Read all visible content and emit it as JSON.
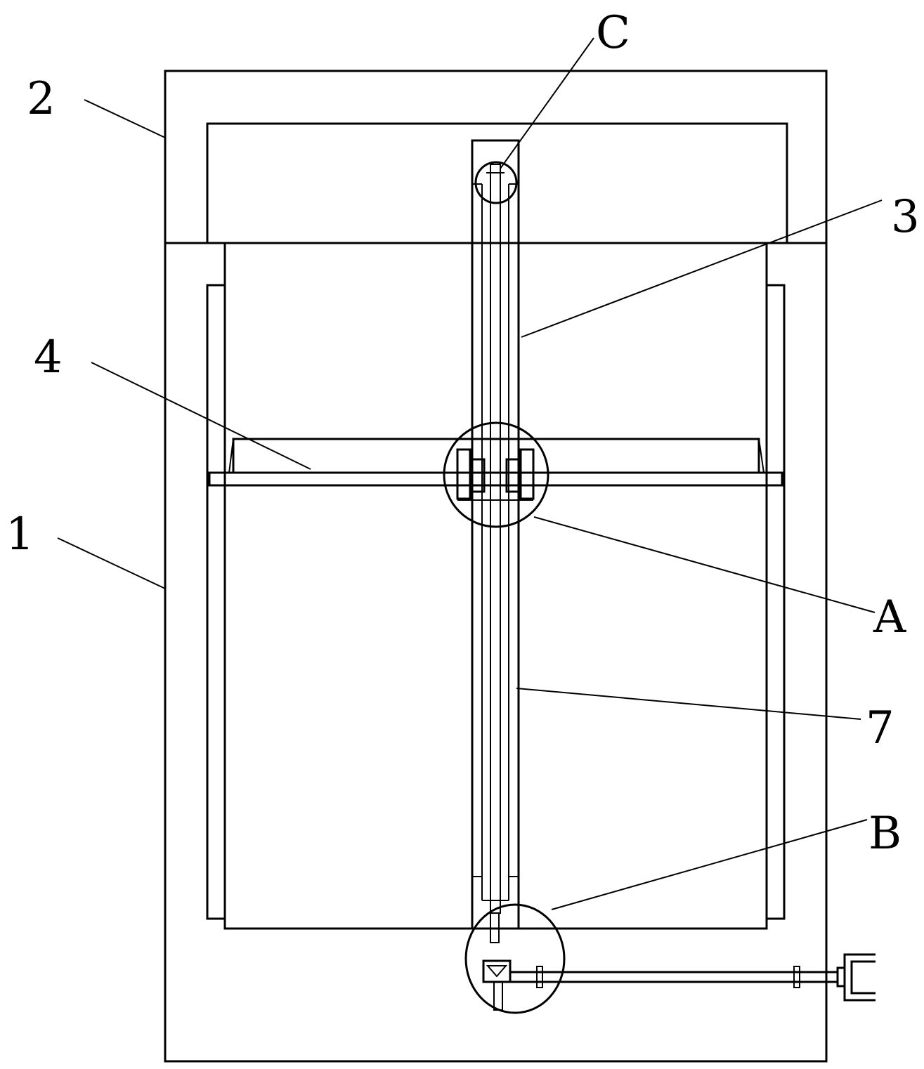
{
  "figure": {
    "labels": {
      "part_1": "1",
      "part_2": "2",
      "part_3": "3",
      "part_4": "4",
      "part_7": "7",
      "detail_a": "A",
      "detail_b": "B",
      "detail_c": "C"
    }
  }
}
